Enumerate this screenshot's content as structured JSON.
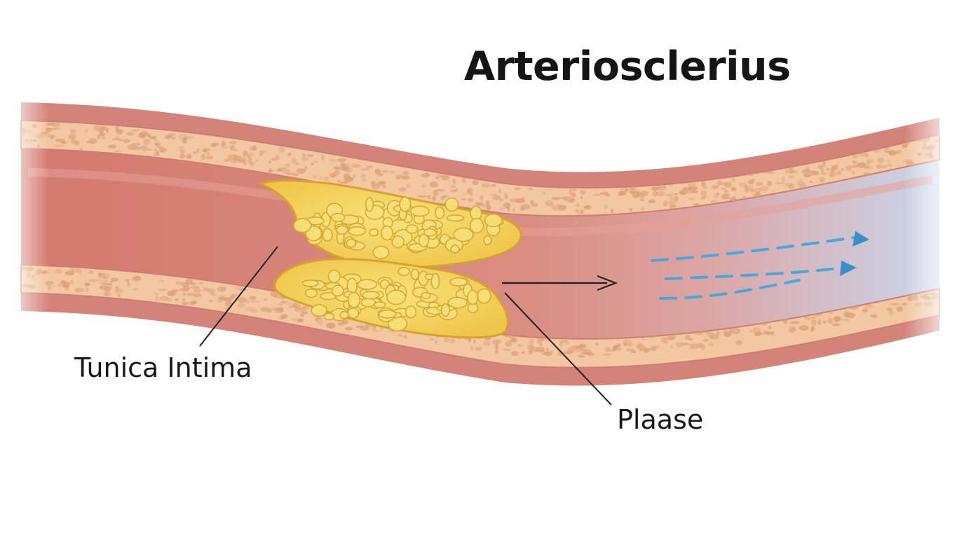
{
  "title": "Arteriosclerius",
  "labels": {
    "tunica_intima": "Tunica Intima",
    "plaque": "Plaase"
  },
  "colors": {
    "background": "#ffffff",
    "vessel_outer": "#d4837a",
    "vessel_wall": "#f2c7a2",
    "wall_speckle": "#dba079",
    "lumen": "#d9877b",
    "plaque_fill": "#f4d25c",
    "plaque_blob": "#f8e07a",
    "plaque_outline": "#d4a52e",
    "blood_flow_arrow": "#4aa7d8",
    "downstream_tint": "#c9d6ea",
    "leader_line": "#222222"
  },
  "icons": {
    "flow": "dashed-arrow-right",
    "pointer": "arrow-right"
  }
}
